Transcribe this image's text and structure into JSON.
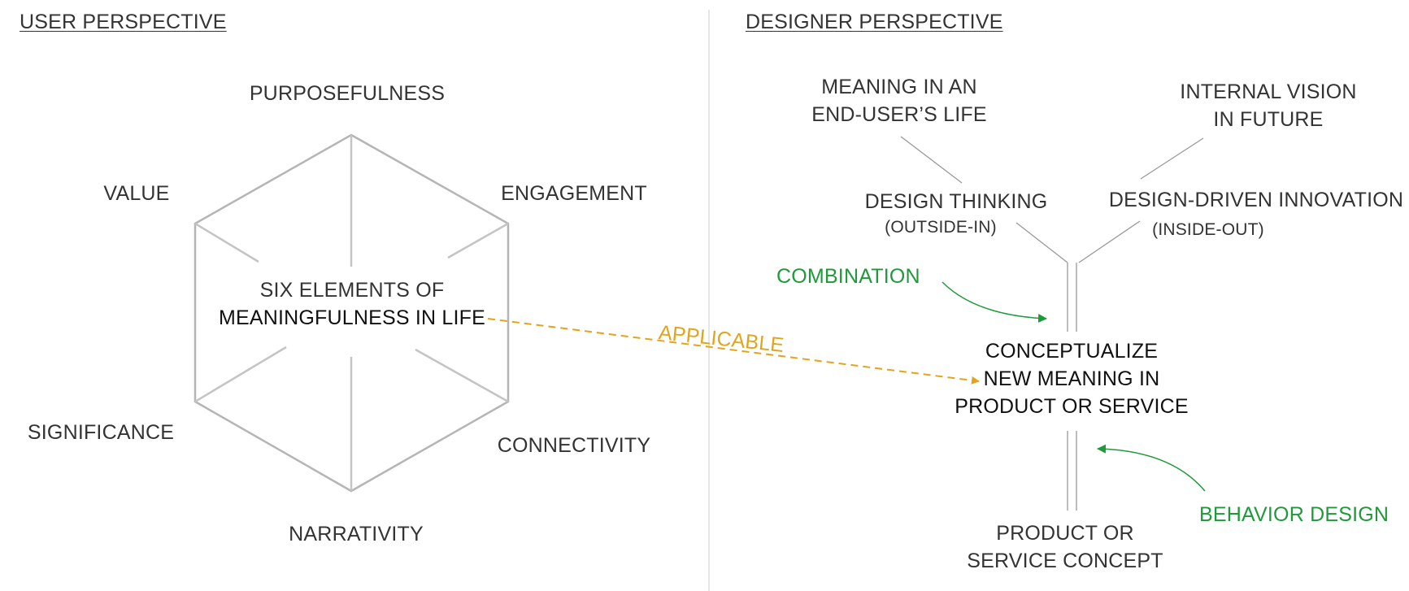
{
  "headers": {
    "user": "USER PERSPECTIVE",
    "designer": "DESIGNER PERSPECTIVE"
  },
  "hexagon": {
    "center_line1": "SIX ELEMENTS OF",
    "center_line2": "MEANINGFULNESS IN LIFE",
    "elements": {
      "purposefulness": "PURPOSEFULNESS",
      "value": "VALUE",
      "engagement": "ENGAGEMENT",
      "significance": "SIGNIFICANCE",
      "connectivity": "CONNECTIVITY",
      "narrativity": "NARRATIVITY"
    }
  },
  "link": {
    "label": "APPLICABLE"
  },
  "designer": {
    "meaning_line1": "MEANING IN AN",
    "meaning_line2": "END-USER’S LIFE",
    "vision_line1": "INTERNAL VISION",
    "vision_line2": "IN FUTURE",
    "design_thinking": "DESIGN THINKING",
    "design_thinking_sub": "(OUTSIDE-IN)",
    "ddi": "DESIGN-DRIVEN INNOVATION",
    "ddi_sub": "(INSIDE-OUT)",
    "combination": "COMBINATION",
    "concept_line1": "CONCEPTUALIZE",
    "concept_line2": "NEW MEANING IN",
    "concept_line3": "PRODUCT OR SERVICE",
    "behavior": "BEHAVIOR DESIGN",
    "product_line1": "PRODUCT OR",
    "product_line2": "SERVICE CONCEPT"
  },
  "colors": {
    "line": "#bbbbbb",
    "green": "#1e9a3a",
    "gold": "#e2a41b"
  }
}
